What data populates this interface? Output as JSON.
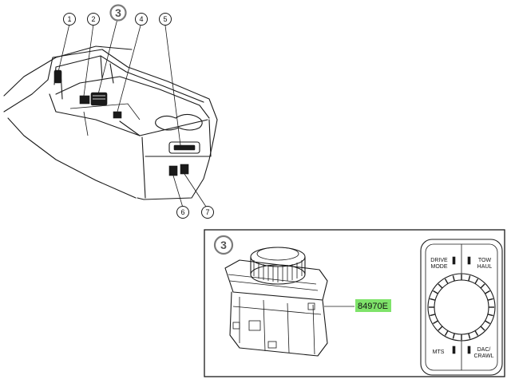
{
  "callouts": [
    "1",
    "2",
    "3",
    "4",
    "5",
    "6",
    "7"
  ],
  "detail": {
    "ref": "3",
    "part_number": "84970E",
    "highlight_color": "#7fe36a",
    "panel_labels": {
      "top_left": [
        "DRIVE",
        "MODE"
      ],
      "top_right": [
        "TOW",
        "HAUL"
      ],
      "bottom_left": [
        "MTS"
      ],
      "bottom_right": [
        "DAC/",
        "CRAWL"
      ]
    }
  }
}
